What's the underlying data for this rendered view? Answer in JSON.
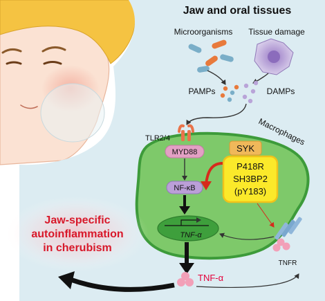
{
  "title": "Jaw and oral tissues",
  "labels": {
    "microorganisms": "Microorganisms",
    "tissue_damage": "Tissue damage",
    "pamps": "PAMPs",
    "damps": "DAMPs",
    "tlr": "TLR2/4",
    "macrophages": "Macrophages",
    "myd88": "MYD88",
    "nfkb": "NF-κB",
    "tnf_gene": "TNF-α",
    "syk": "SYK",
    "sh3bp2_line1": "P418R",
    "sh3bp2_line2": "SH3BP2",
    "sh3bp2_line3": "(pY183)",
    "tnfr": "TNFR",
    "tnf_secreted": "TNF-α",
    "outcome_line1": "Jaw-specific",
    "outcome_line2": "autoinflammation",
    "outcome_line3": "in cherubism"
  },
  "colors": {
    "background_tissue": "#dcecf2",
    "cell_fill": "#7ec96a",
    "cell_border": "#3d9b3a",
    "nucleus_fill": "#3e9f3c",
    "myd88_fill": "#e3a0c4",
    "nfkb_fill": "#bb9fd8",
    "syk_fill": "#f0b85a",
    "sh3bp2_fill": "#fbe92a",
    "sh3bp2_border": "#f0c21a",
    "tnf_pink": "#f2a0b8",
    "tnf_text": "#e4003a",
    "outcome_text": "#d8182a",
    "receptor_orange": "#e9734a",
    "tnfr_blue": "#8fb6da",
    "bacteria_blue": "#7aaec8",
    "bacteria_orange": "#e87a3c",
    "damage_purple": "#b9a4d8"
  }
}
